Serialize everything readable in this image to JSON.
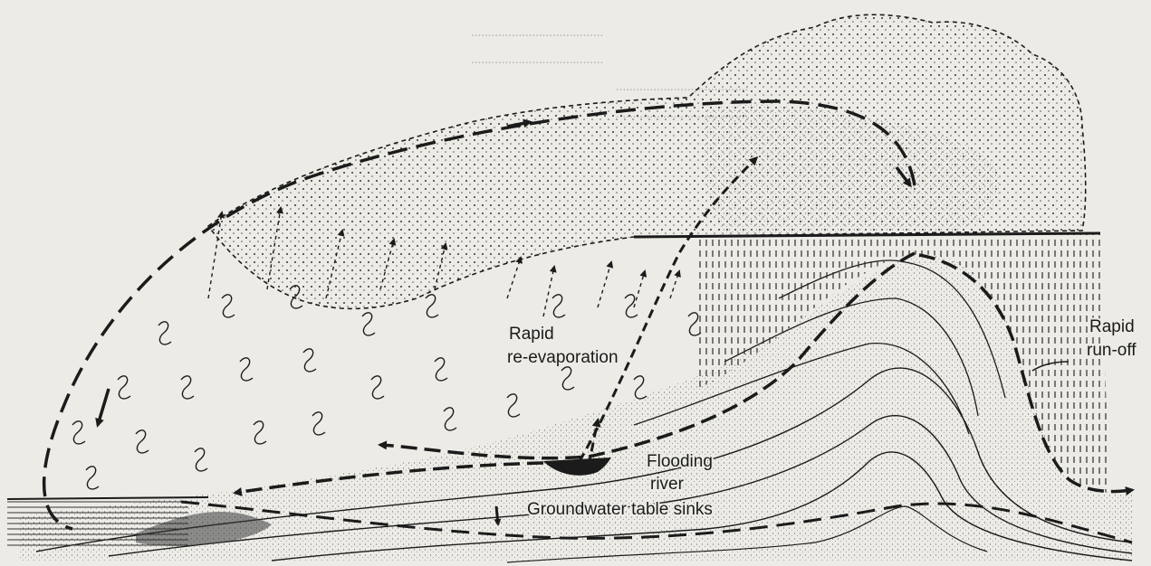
{
  "labels": {
    "rapid_reevaporation": [
      "Rapid",
      "re-evaporation"
    ],
    "rapid_runoff": [
      "Rapid",
      "run-off"
    ],
    "flooding_river": [
      "Flooding",
      "river"
    ],
    "groundwater": "Groundwater table sinks"
  },
  "colors": {
    "paper": "#ecebe6",
    "ink": "#1b1b1b",
    "showthrough": "#b9b8b2"
  }
}
